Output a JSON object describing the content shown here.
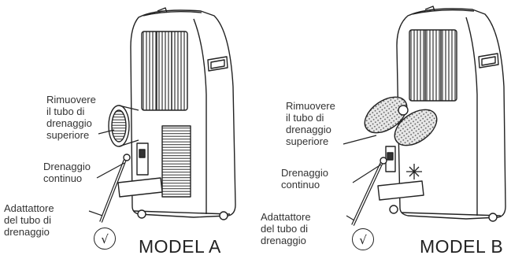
{
  "model_a": {
    "title": "MODEL A",
    "labels": {
      "remove_top_drain": "Rimuovere\nil tubo di\ndrenaggio\nsuperiore",
      "continuous_drain": "Drenaggio\ncontinuo",
      "drain_adapter": "Adattattore\ndel tubo di\ndrenaggio"
    },
    "check_symbol": "√"
  },
  "model_b": {
    "title": "MODEL B",
    "labels": {
      "remove_top_drain": "Rimuovere\nil tubo di\ndrenaggio\nsuperiore",
      "continuous_drain": "Drenaggio\ncontinuo",
      "drain_adapter": "Adattattore\ndel tubo di\ndrenaggio"
    },
    "check_symbol": "√"
  }
}
